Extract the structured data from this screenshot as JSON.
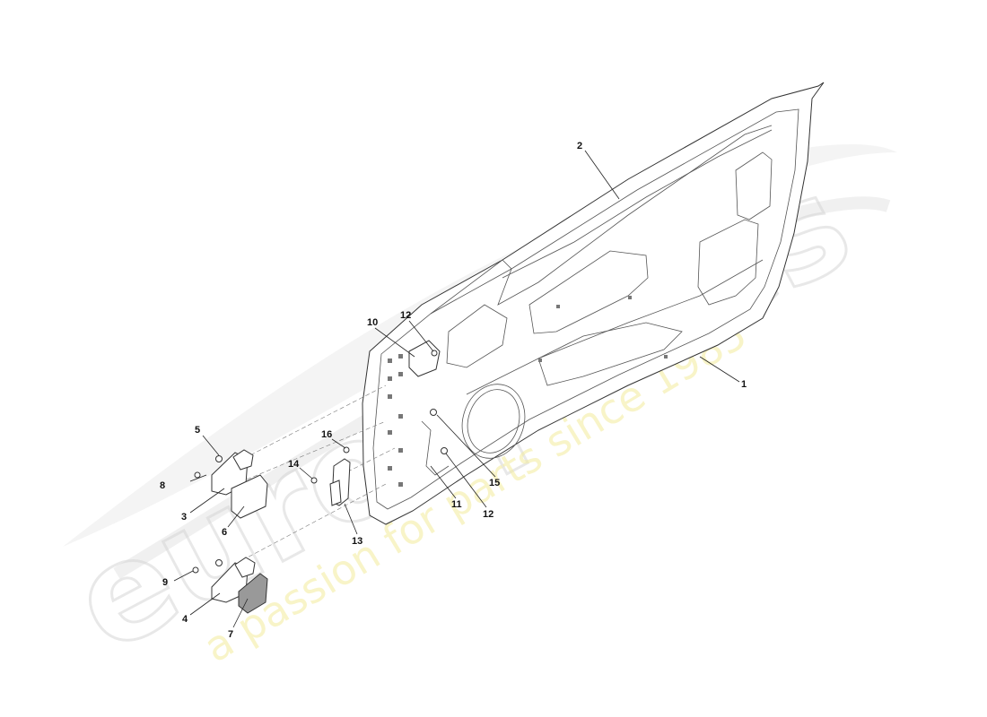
{
  "watermark": {
    "brand": "eurospares",
    "tagline": "a passion for parts since 1985",
    "brand_color": "#dcdcdc",
    "tagline_color": "#f3eb9a"
  },
  "callouts": [
    {
      "id": "p1",
      "label": "1"
    },
    {
      "id": "p2",
      "label": "2"
    },
    {
      "id": "p3",
      "label": "3"
    },
    {
      "id": "p4",
      "label": "4"
    },
    {
      "id": "p5",
      "label": "5"
    },
    {
      "id": "p6",
      "label": "6"
    },
    {
      "id": "p7",
      "label": "7"
    },
    {
      "id": "p8",
      "label": "8"
    },
    {
      "id": "p9",
      "label": "9"
    },
    {
      "id": "p10",
      "label": "10"
    },
    {
      "id": "p11",
      "label": "11"
    },
    {
      "id": "p12a",
      "label": "12"
    },
    {
      "id": "p12b",
      "label": "12"
    },
    {
      "id": "p13",
      "label": "13"
    },
    {
      "id": "p14",
      "label": "14"
    },
    {
      "id": "p15",
      "label": "15"
    },
    {
      "id": "p16",
      "label": "16"
    }
  ]
}
